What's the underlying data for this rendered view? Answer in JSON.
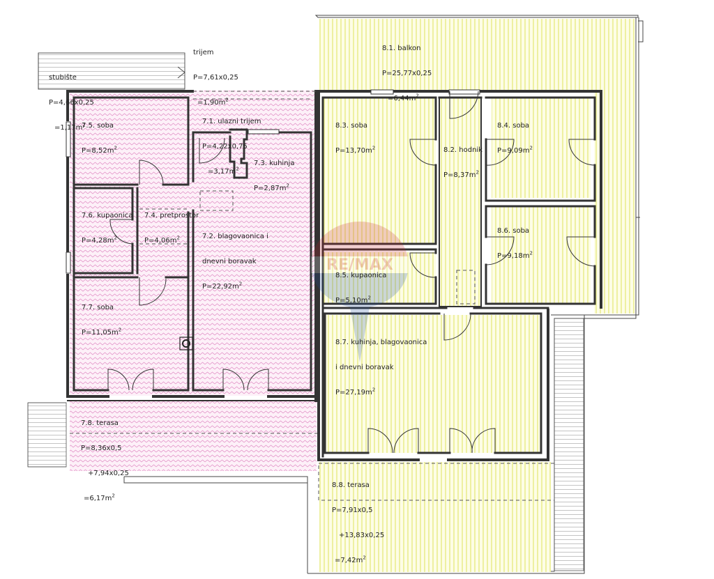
{
  "rooms": {
    "trijem": {
      "name": "trijem",
      "l1": "P=7,61x0,25",
      "l2": "=1,90",
      "unit": "m",
      "exp": "2"
    },
    "stubiste": {
      "name": "stubište",
      "l1": "P=4,66x0,25",
      "l2": "=1,17",
      "unit": "m",
      "exp": "2"
    },
    "r81": {
      "name": "8.1. balkon",
      "l1": "P=25,77x0,25",
      "l2": "=6,44",
      "unit": "m",
      "exp": "2"
    },
    "r75": {
      "name": "7.5. soba",
      "area": "P=8,52",
      "unit": "m",
      "exp": "2"
    },
    "r71": {
      "name": "7.1. ulazni trijem",
      "l1": "P=4,22x0,75",
      "l2": "=3,17",
      "unit": "m",
      "exp": "2"
    },
    "r73": {
      "name": "7.3. kuhinja",
      "area": "P=2,87",
      "unit": "m",
      "exp": "2"
    },
    "r76": {
      "name": "7.6. kupaonica",
      "area": "P=4,28",
      "unit": "m",
      "exp": "2"
    },
    "r74": {
      "name": "7.4. pretprostor",
      "area": "P=4,06",
      "unit": "m",
      "exp": "2"
    },
    "r72": {
      "name": "7.2. blagovaonica i",
      "name2": "dnevni boravak",
      "area": "P=22,92",
      "unit": "m",
      "exp": "2"
    },
    "r77": {
      "name": "7.7. soba",
      "area": "P=11,05",
      "unit": "m",
      "exp": "2"
    },
    "r78": {
      "name": "7.8. terasa",
      "l1": "P=8,36x0,5",
      "l2": "+7,94x0,25",
      "l3": "=6,17",
      "unit": "m",
      "exp": "2"
    },
    "r83": {
      "name": "8.3. soba",
      "area": "P=13,70",
      "unit": "m",
      "exp": "2"
    },
    "r82": {
      "name": "8.2. hodnik",
      "area": "P=8,37",
      "unit": "m",
      "exp": "2"
    },
    "r84": {
      "name": "8.4. soba",
      "area": "P=9,09",
      "unit": "m",
      "exp": "2"
    },
    "r86": {
      "name": "8.6. soba",
      "area": "P=9,18",
      "unit": "m",
      "exp": "2"
    },
    "r85": {
      "name": "8.5. kupaonica",
      "area": "P=5,10",
      "unit": "m",
      "exp": "2"
    },
    "r87": {
      "name": "8.7. kuhinja, blagovaonica",
      "name2": "i dnevni boravak",
      "area": "P=27,19",
      "unit": "m",
      "exp": "2"
    },
    "r88": {
      "name": "8.8. terasa",
      "l1": "P=7,91x0,5",
      "l2": "+13,83x0,25",
      "l3": "=7,42",
      "unit": "m",
      "exp": "2"
    }
  },
  "watermark": {
    "text": "RE/MAX"
  },
  "colors": {
    "wall": "#333333",
    "pink_hatch": "#e28fc6",
    "yellow_hatch": "#e6ea7c",
    "yellow_bg": "#fdfde6",
    "pink_bg": "#fdf0f8",
    "watermark": "#c7242c"
  }
}
